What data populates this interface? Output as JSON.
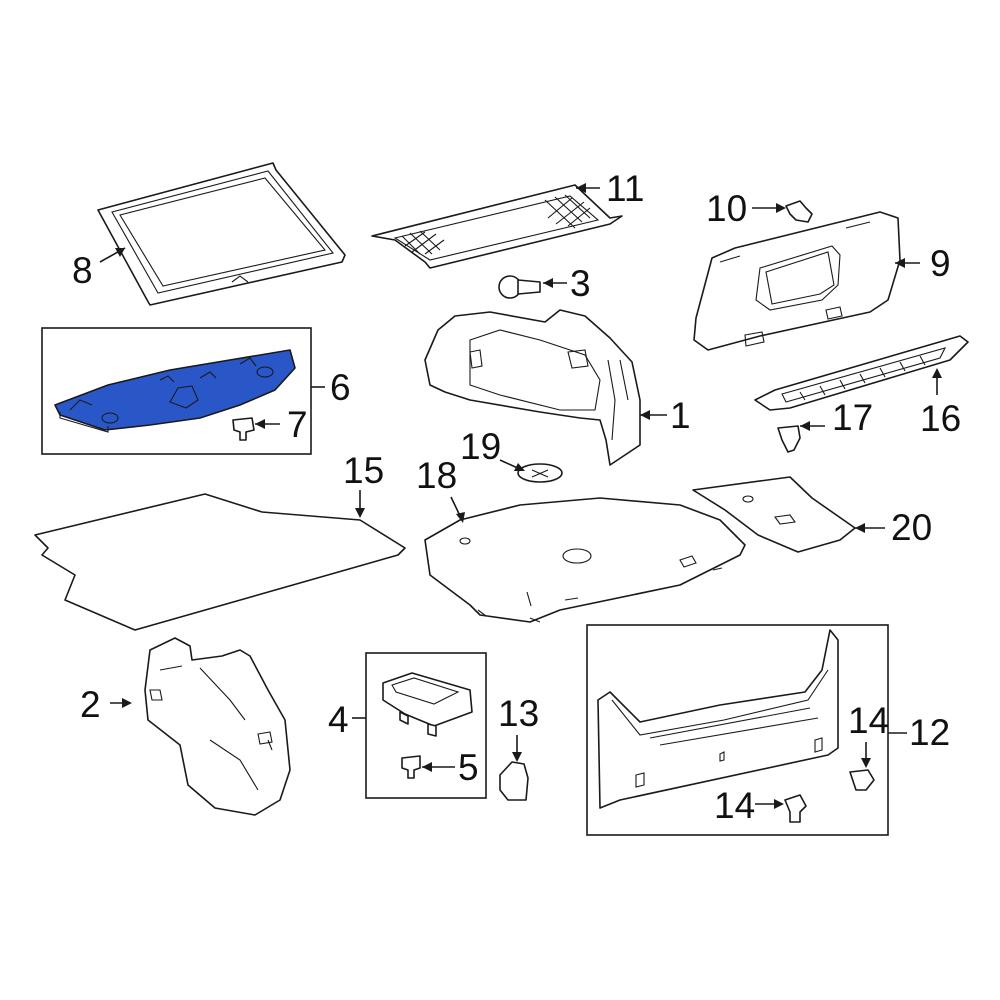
{
  "colors": {
    "line": "#1a1a1a",
    "highlight_fill": "#2a57c8",
    "background": "#ffffff"
  },
  "callouts": {
    "c1": "1",
    "c2": "2",
    "c3": "3",
    "c4": "4",
    "c5": "5",
    "c6": "6",
    "c7": "7",
    "c8": "8",
    "c9": "9",
    "c10": "10",
    "c11": "11",
    "c12": "12",
    "c13": "13",
    "c14a": "14",
    "c14b": "14",
    "c15": "15",
    "c16": "16",
    "c17": "17",
    "c18": "18",
    "c19": "19",
    "c20": "20"
  },
  "highlighted_part": "6"
}
